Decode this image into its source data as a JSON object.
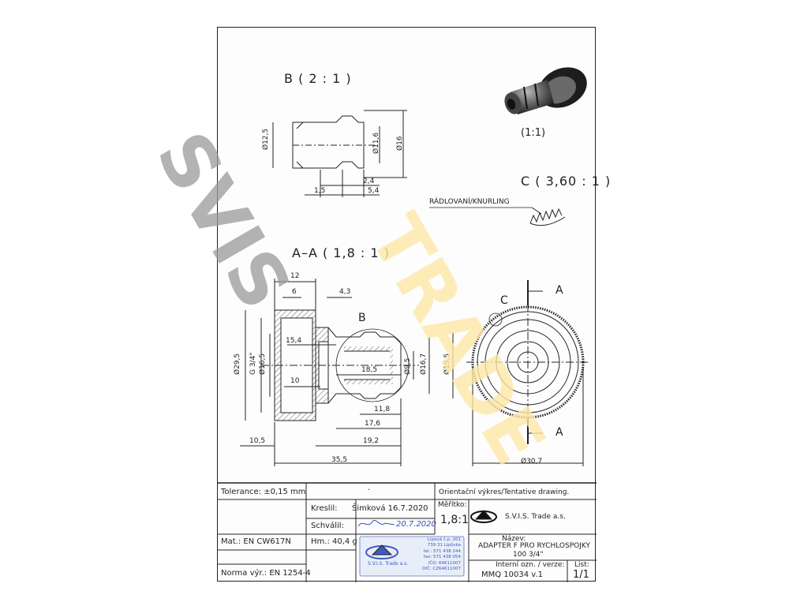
{
  "views": {
    "detail_b": "B ( 2 : 1 )",
    "scale_3d": "(1:1)",
    "detail_c": "C ( 3,60 : 1 )",
    "section_aa": "A–A ( 1,8 : 1 )",
    "knurling_note": "RÁDLOVANÍ/KNURLING",
    "label_b": "B",
    "label_c": "C",
    "label_a": "A"
  },
  "dims_b": {
    "d12_5": "Ø12,5",
    "d11_6": "Ø11,6",
    "d16": "Ø16",
    "d2_4": "2,4",
    "d1_5": "1,5",
    "d5_4": "5,4"
  },
  "dims_aa": {
    "d12": "12",
    "d6": "6",
    "d4_3": "4,3",
    "d15_4": "15,4",
    "d10": "10",
    "d18_5": "18,5",
    "d11_8": "11,8",
    "d17_6": "17,6",
    "d19_2": "19,2",
    "d10_5": "10,5",
    "d35_5": "35,5",
    "dia29_5": "Ø29,5",
    "thread": "G 3/4\"",
    "dia16_5": "Ø16,5",
    "dia9_5": "Ø9,5",
    "dia16_7": "Ø16,7",
    "dia19_5": "Ø19,5"
  },
  "dims_front": {
    "dia30_7": "Ø30,7"
  },
  "title_block": {
    "tolerance": "Tolerance: ±0,15 mm",
    "dot": "·",
    "orientation": "Orientační výkres/Tentative drawing.",
    "drawn_label": "Kreslil:",
    "drawn_value": "Šimková 16.7.2020",
    "approved_label": "Schválil:",
    "approved_date": "20.7.2020",
    "scale_label": "Měřítko:",
    "scale_value": "1,8:1",
    "company": "S.V.I.S. Trade a.s.",
    "material": "Mat.: EN CW617N",
    "mass": "Hm.: 40,4 g",
    "name_label": "Název:",
    "name_line1": "ADAPTER F PRO RYCHLOSPOJKY",
    "name_line2": "100 3/4\"",
    "internal_label": "Interní ozn. / verze:",
    "internal_value": "MMQ 10034 v.1",
    "sheet_label": "List:",
    "sheet_value": "1/1",
    "standard": "Norma výr.: EN 1254-4"
  },
  "stamp": {
    "company": "S.V.I.S. Trade a.s.",
    "lines": [
      "Lipová č.p. 201",
      "739 31 Lipůvka",
      "tel.: 571 438 244",
      "fax: 571 438 054",
      "IČO: 64611007",
      "DIČ: CZ64611007"
    ]
  },
  "watermark": {
    "part1": "SVIS",
    "part2": "TRADE",
    "colors": {
      "gray": "#9a9a9a",
      "yellow": "#fde9a8"
    }
  }
}
